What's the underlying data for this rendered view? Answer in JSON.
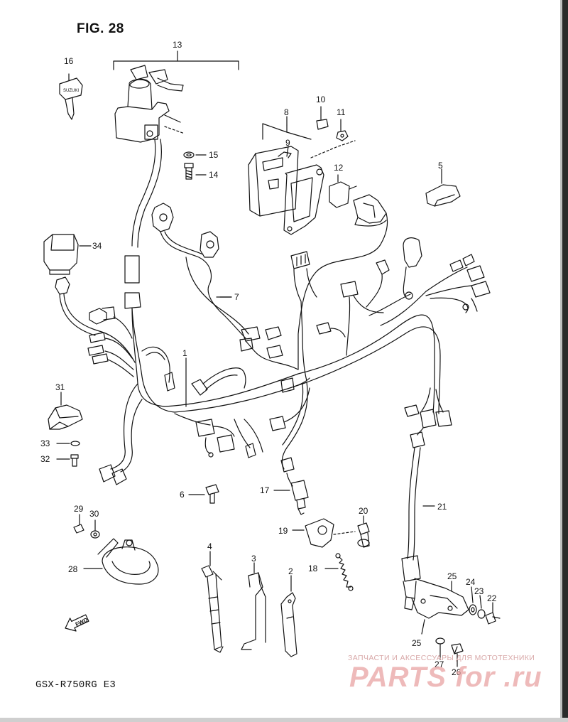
{
  "figure": {
    "title": "FIG. 28",
    "model": "GSX-R750RG  E3"
  },
  "fwd_arrow": {
    "label": "FWD",
    "icon": "fwd-arrow-icon"
  },
  "watermark": {
    "tagline": "ЗАПЧАСТИ И АКСЕССУАРЫ ДЛЯ МОТОТЕХНИКИ",
    "logo_text": "PARTS for .ru"
  },
  "callouts": {
    "p1": "1",
    "p2": "2",
    "p3": "3",
    "p4": "4",
    "p5": "5",
    "p6": "6",
    "p7": "7",
    "p8": "8",
    "p9": "9",
    "p10": "10",
    "p11": "11",
    "p12": "12",
    "p13": "13",
    "p14": "14",
    "p15": "15",
    "p16": "16",
    "p17": "17",
    "p18": "18",
    "p19": "19",
    "p20": "20",
    "p21": "21",
    "p22": "22",
    "p23": "23",
    "p24": "24",
    "p25a": "25",
    "p25b": "25",
    "p26": "26",
    "p27": "27",
    "p28": "28",
    "p29": "29",
    "p30": "30",
    "p31": "31",
    "p32": "32",
    "p33": "33",
    "p34": "34"
  }
}
